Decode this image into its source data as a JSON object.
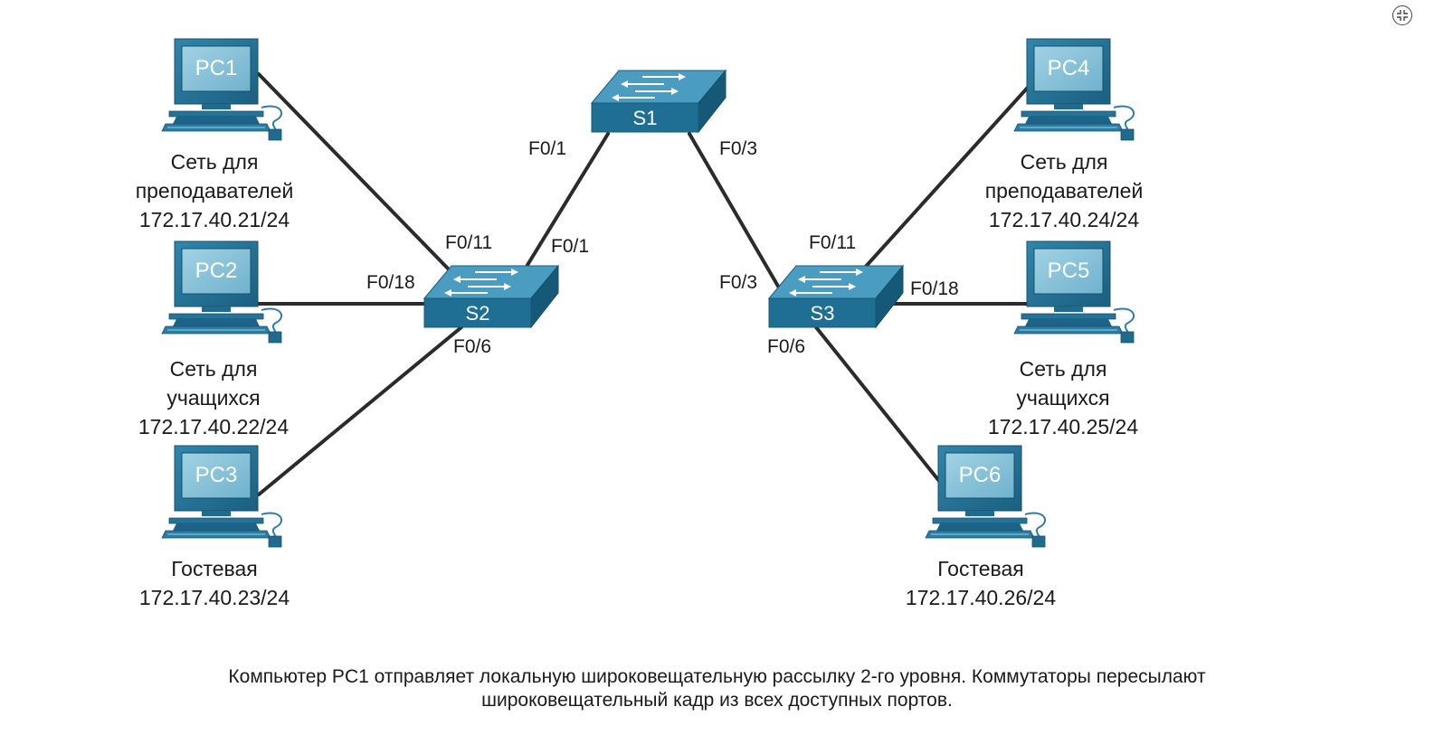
{
  "devices": {
    "pc1": {
      "name": "PC1"
    },
    "pc2": {
      "name": "PC2"
    },
    "pc3": {
      "name": "PC3"
    },
    "pc4": {
      "name": "PC4"
    },
    "pc5": {
      "name": "PC5"
    },
    "pc6": {
      "name": "PC6"
    },
    "s1": {
      "name": "S1"
    },
    "s2": {
      "name": "S2"
    },
    "s3": {
      "name": "S3"
    }
  },
  "ports": {
    "s1_left": "F0/1",
    "s1_right": "F0/3",
    "s2_up": "F0/1",
    "s2_pc1": "F0/11",
    "s2_pc2": "F0/18",
    "s2_pc3": "F0/6",
    "s3_up": "F0/3",
    "s3_pc4": "F0/11",
    "s3_pc5": "F0/18",
    "s3_pc6": "F0/6"
  },
  "labels": {
    "pc1": {
      "line1": "Сеть для",
      "line2": "преподавателей",
      "ip": "172.17.40.21/24"
    },
    "pc2": {
      "line1": "Сеть для",
      "line2": "учащихся",
      "ip": "172.17.40.22/24"
    },
    "pc3": {
      "line1": "Гостевая",
      "ip": "172.17.40.23/24"
    },
    "pc4": {
      "line1": "Сеть для",
      "line2": "преподавателей",
      "ip": "172.17.40.24/24"
    },
    "pc5": {
      "line1": "Сеть для",
      "line2": "учащихся",
      "ip": "172.17.40.25/24"
    },
    "pc6": {
      "line1": "Гостевая",
      "ip": "172.17.40.26/24"
    }
  },
  "caption": {
    "line1": "Компьютер PC1 отправляет локальную широковещательную рассылку 2-го уровня. Коммутаторы пересылают",
    "line2": "широковещательный кадр из всех доступных портов."
  },
  "colors": {
    "device_dark": "#1b5f7f",
    "device_mid": "#2e84a8",
    "device_light": "#6cb4d1",
    "screen": "#8cc4da",
    "link": "#2b2b2b"
  },
  "icons": {
    "corner_button": "fullscreen-icon"
  }
}
